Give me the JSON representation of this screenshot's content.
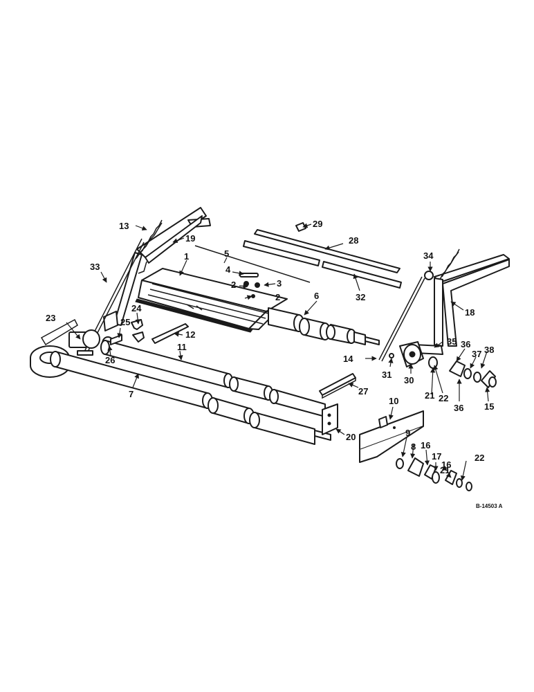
{
  "drawing_number": "B-14503 A",
  "callouts": [
    "1",
    "2",
    "2",
    "3",
    "4",
    "5",
    "6",
    "7",
    "8",
    "9",
    "10",
    "11",
    "12",
    "13",
    "14",
    "15",
    "16",
    "16",
    "17",
    "18",
    "19",
    "20",
    "21",
    "21",
    "22",
    "22",
    "23",
    "24",
    "25",
    "26",
    "27",
    "28",
    "29",
    "30",
    "31",
    "32",
    "33",
    "34",
    "35",
    "36",
    "36",
    "37",
    "38"
  ]
}
